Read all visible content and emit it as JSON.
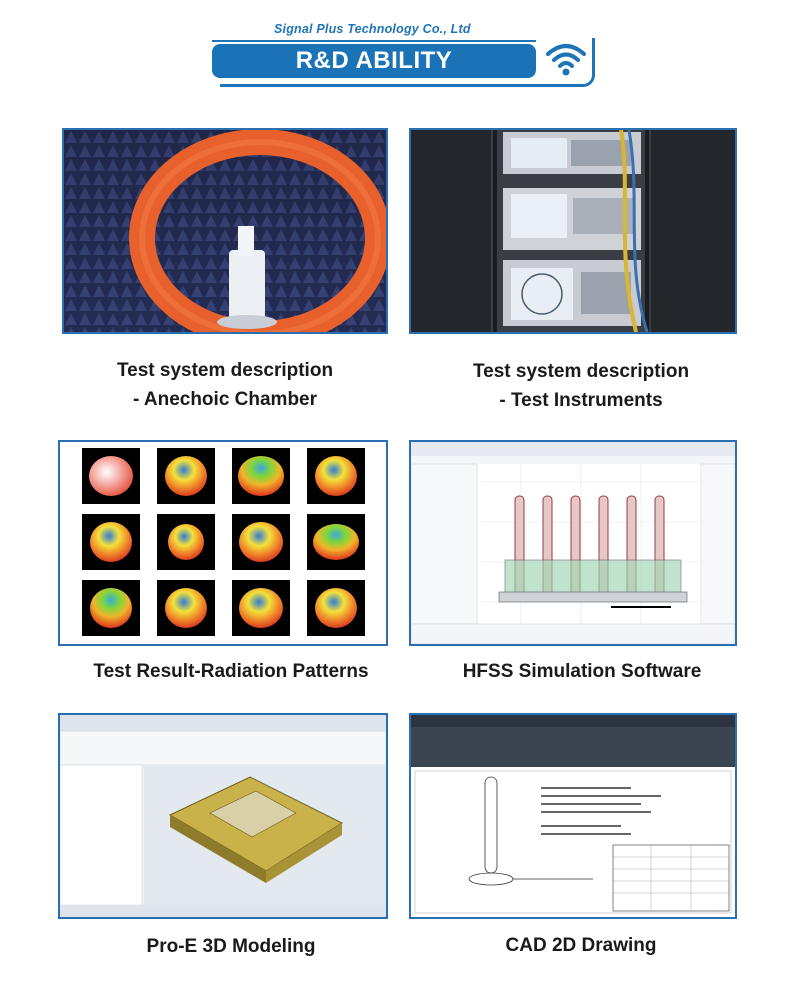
{
  "header": {
    "company": "Signal Plus Technology Co., Ltd",
    "title": "R&D ABILITY"
  },
  "panels": [
    {
      "id": "anechoic-chamber",
      "caption_line1": "Test system description",
      "caption_line2": "- Anechoic Chamber"
    },
    {
      "id": "test-instruments",
      "caption_line1": "Test system description",
      "caption_line2": "- Test Instruments"
    },
    {
      "id": "radiation-patterns",
      "caption_line1": "Test Result-Radiation Patterns"
    },
    {
      "id": "hfss-simulation",
      "caption_line1": "HFSS Simulation Software"
    },
    {
      "id": "proe-modeling",
      "caption_line1": "Pro-E 3D Modeling"
    },
    {
      "id": "cad-drawing",
      "caption_line1": "CAD 2D Drawing"
    }
  ],
  "colors": {
    "brand_blue": "#1a73b7",
    "panel_border": "#2a6fb2",
    "foam_orange": "#e8602c"
  },
  "icons": {
    "header": "wifi-icon"
  }
}
